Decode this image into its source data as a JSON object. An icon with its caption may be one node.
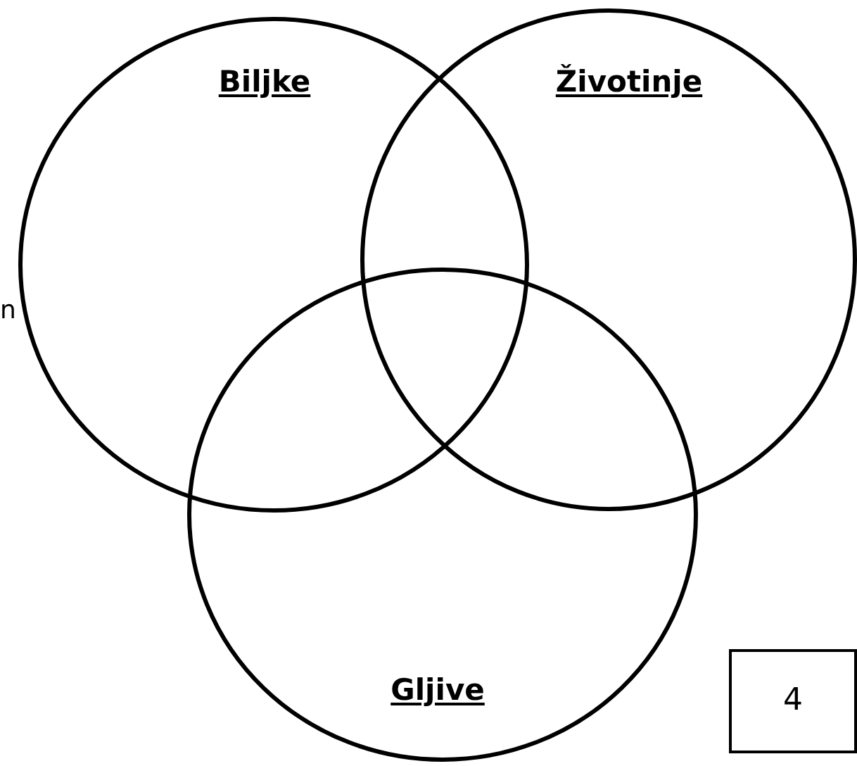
{
  "diagram": {
    "nodes": [
      {
        "text": [
          "Biljke"
        ]
      },
      {
        "text": [
          "Životinje"
        ]
      },
      {
        "text": [
          "Gljive"
        ]
      },
      {
        "text": [
          "4"
        ]
      }
    ],
    "labels": [
      "n"
    ]
  }
}
